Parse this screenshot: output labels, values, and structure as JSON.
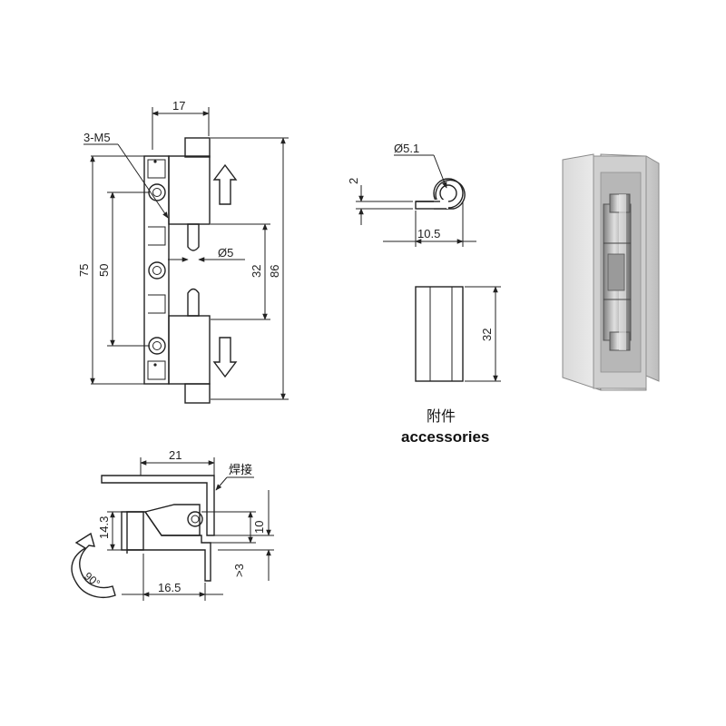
{
  "front_view": {
    "dims": {
      "width_top": "17",
      "thread": "3-M5",
      "height_75": "75",
      "height_50": "50",
      "height_32": "32",
      "height_86": "86",
      "pin_dia": "Ø5"
    }
  },
  "accessory": {
    "dims": {
      "dia": "Ø5.1",
      "thickness": "2",
      "length": "10.5",
      "height": "32"
    },
    "caption_cn": "附件",
    "caption_en": "accessories"
  },
  "side_view": {
    "dims": {
      "top": "21",
      "weld": "焊接",
      "left": "14.3",
      "gap": "10",
      "min_gap": ">3",
      "bottom": "16.5",
      "angle": "90°"
    }
  },
  "colors": {
    "line": "#222222",
    "metal_light": "#e9e9e9",
    "metal_dark": "#9a9a9a",
    "frame": "#cfcfcf"
  }
}
